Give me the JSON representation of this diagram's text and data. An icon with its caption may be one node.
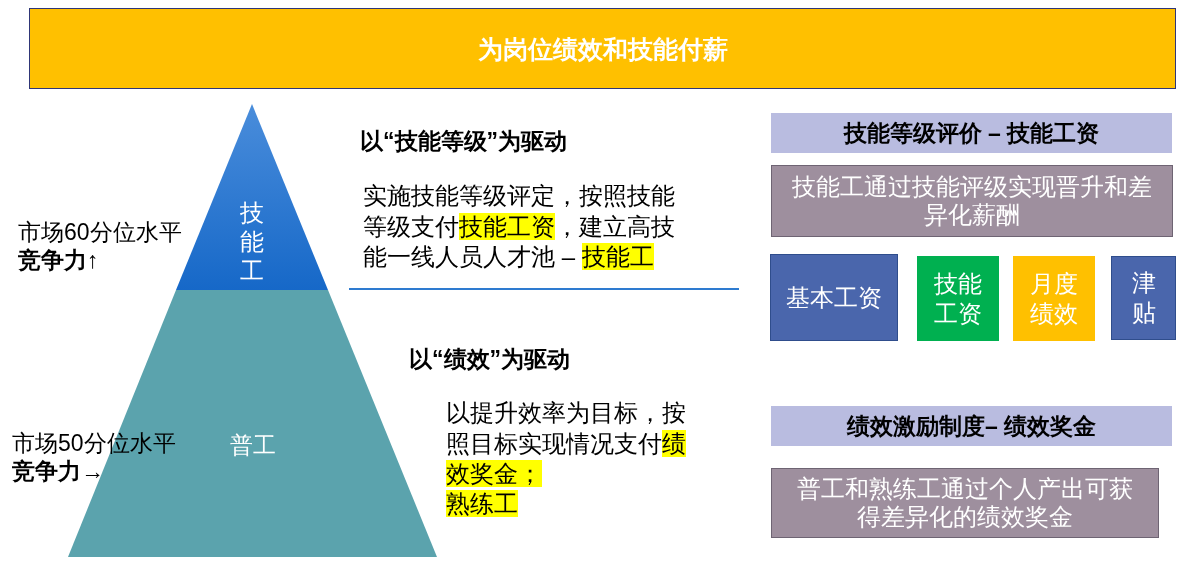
{
  "diagram": {
    "nodes": [
      {
        "text": [
          "为岗位绩效和技能付薪"
        ]
      },
      {
        "text": [
          "技能工"
        ]
      },
      {
        "text": [
          "普工"
        ]
      },
      {
        "text": [
          "技能等级评价 – 技能工资"
        ]
      },
      {
        "text": [
          "技能工通过技能评级实现晋升和差异化薪酬"
        ]
      },
      {
        "text": [
          "基本工资"
        ]
      },
      {
        "text": [
          "技能工资"
        ]
      },
      {
        "text": [
          "月度绩效"
        ]
      },
      {
        "text": [
          "津贴"
        ]
      },
      {
        "text": [
          "绩效激励制度– 绩效奖金"
        ]
      },
      {
        "text": [
          "普工和熟练工通过个人产出可获得差异化的绩效奖金"
        ]
      }
    ],
    "labels": [
      "市场60分位水平",
      "竞争力↑",
      "市场50分位水平",
      "竞争力→",
      "以“技能等级”为驱动",
      "实施技能等级评定，按照技能等级支付**技能工资**，建立高技能一线人员人才池 – **技能工**",
      "以“绩效”为驱动",
      "以提升效率为目标，按照目标实现情况支付**绩效奖金；**",
      "**熟练工**"
    ]
  }
}
